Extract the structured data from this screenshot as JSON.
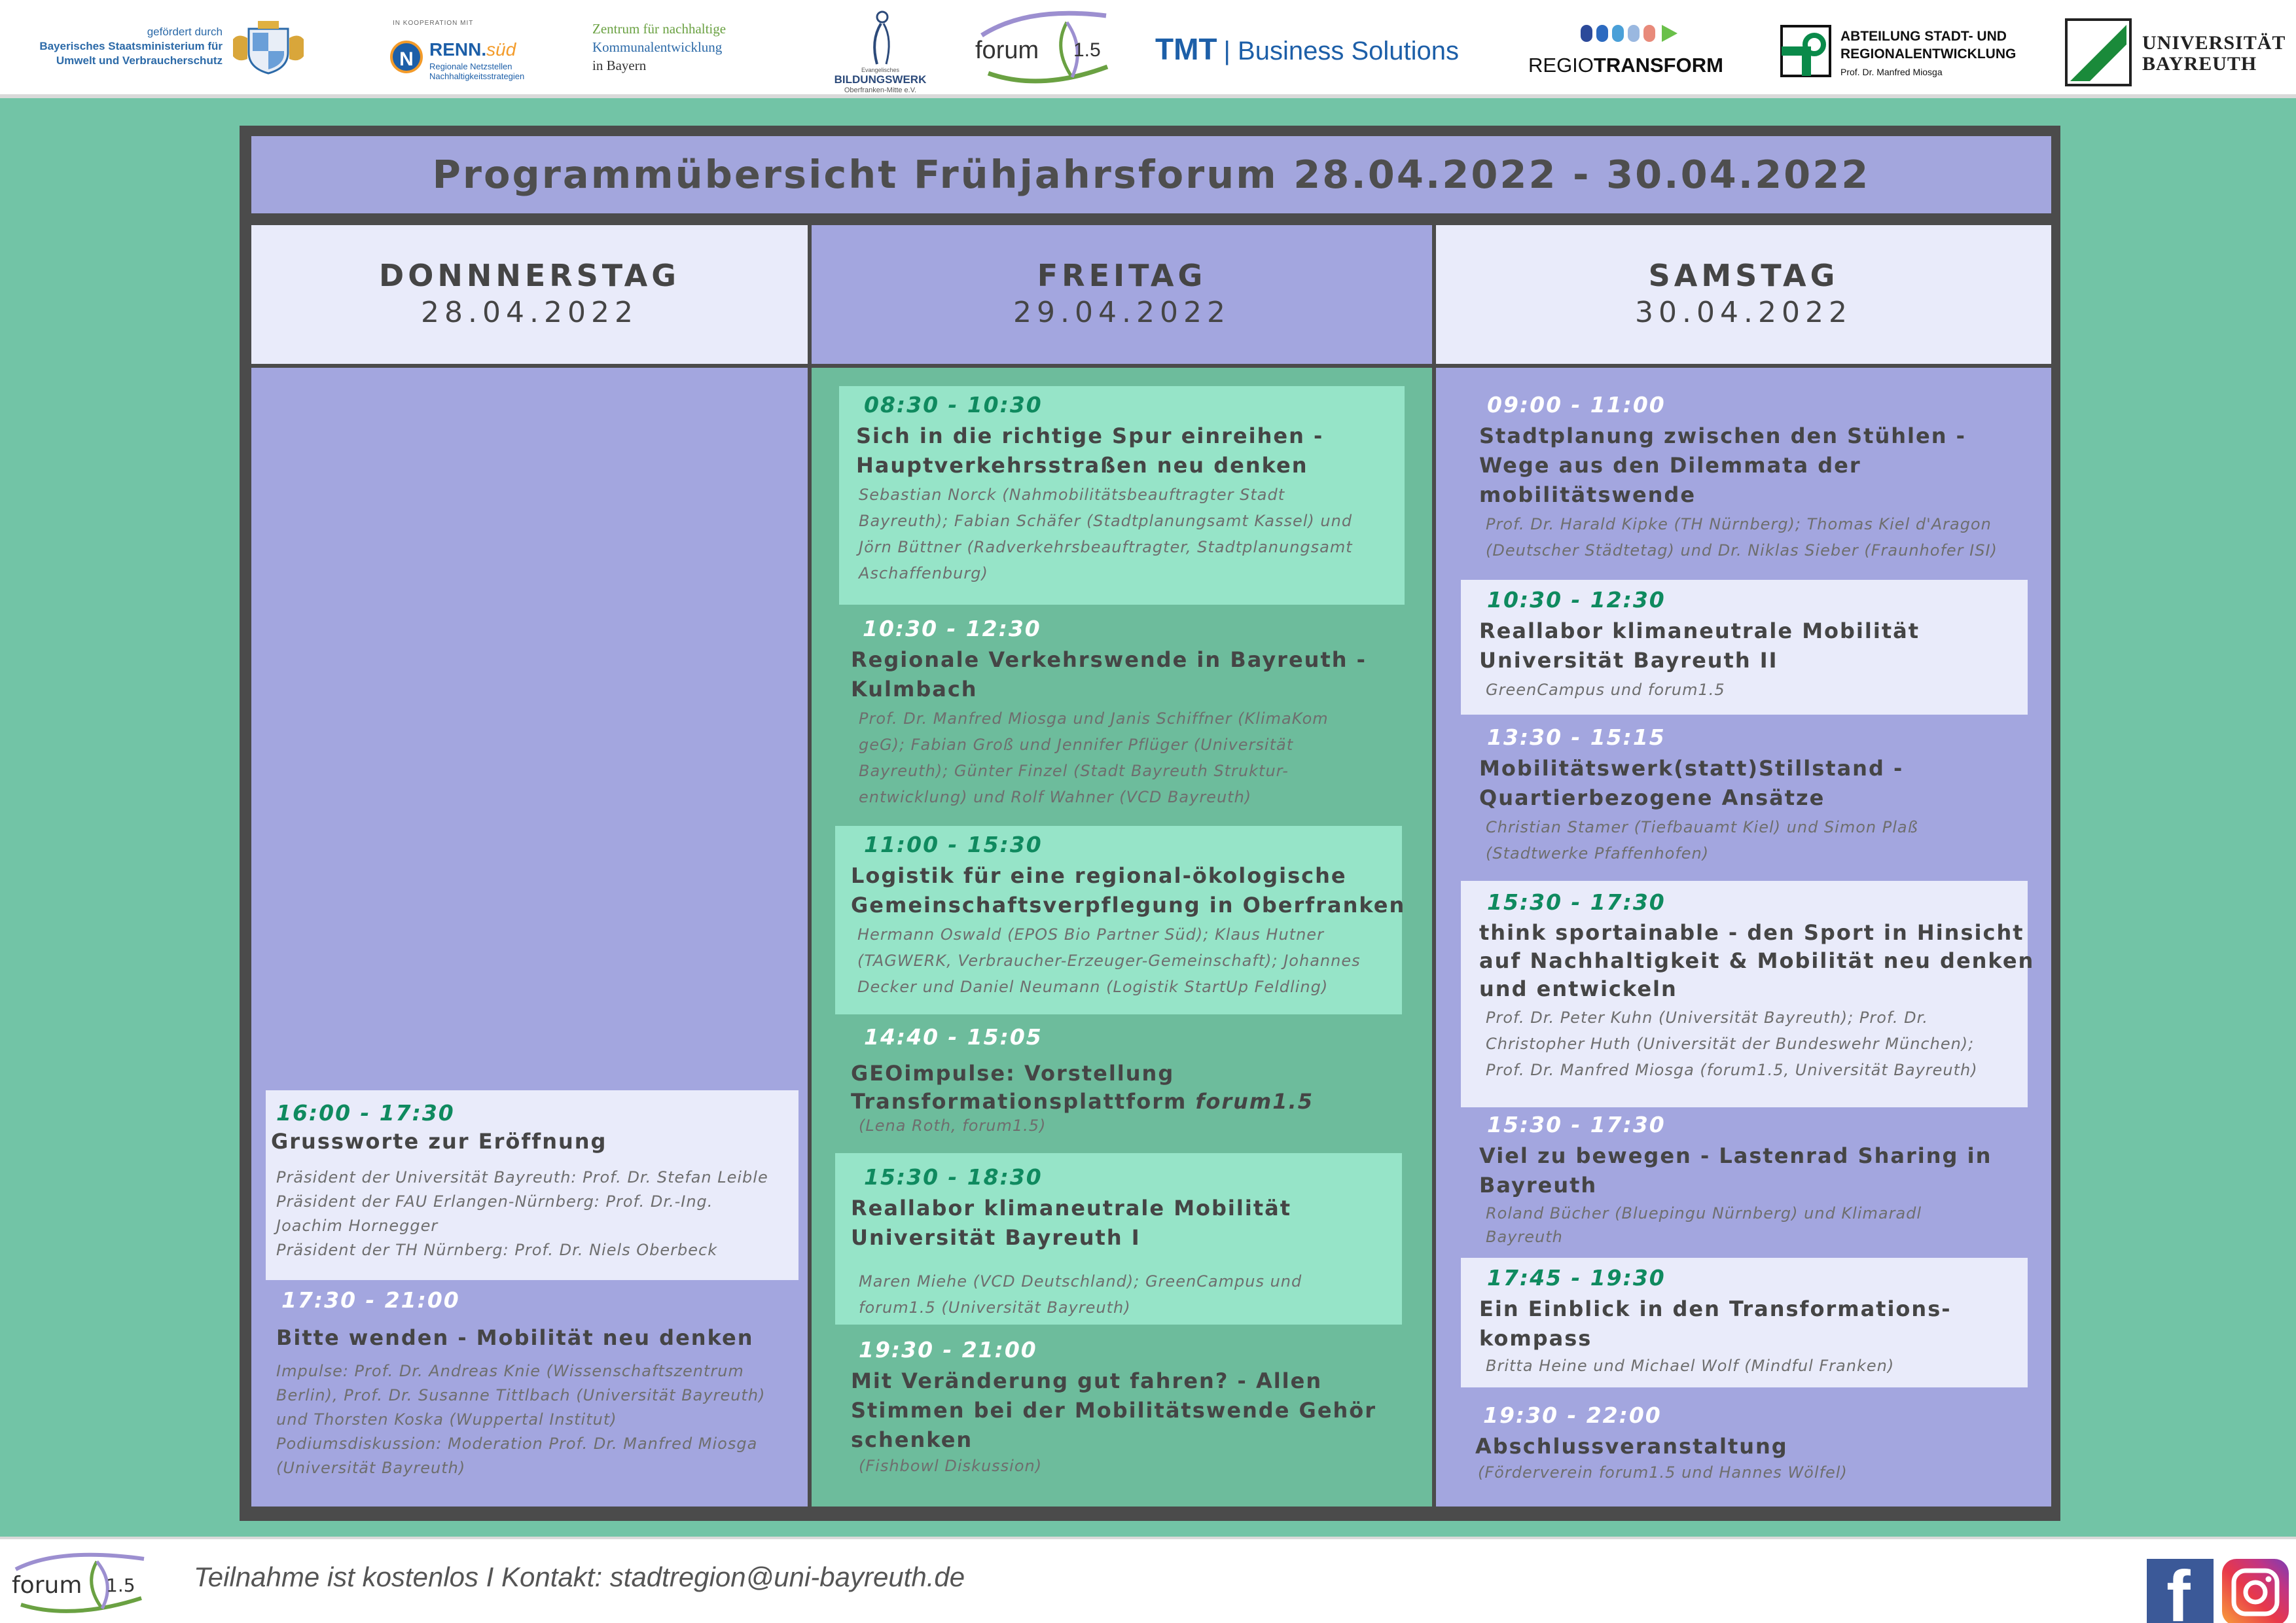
{
  "header": {
    "bavaria": {
      "line1": "gefördert durch",
      "line2": "Bayerisches Staatsministerium für",
      "line3": "Umwelt und Verbraucherschutz"
    },
    "renn": {
      "small": "IN KOOPERATION MIT",
      "name_main": "RENN.",
      "name_accent": "süd",
      "sub1": "Regionale Netzstellen",
      "sub2": "Nachhaltigkeitsstrategien"
    },
    "zentrum": {
      "line1": "Zentrum für nachhaltige",
      "line2": "Kommunalentwicklung",
      "line3": "in Bayern"
    },
    "bildungswerk": {
      "small": "Evangelisches",
      "name": "BILDUNGSWERK",
      "sub": "Oberfranken-Mitte e.V."
    },
    "forum": {
      "text": "forum",
      "num": "1.5"
    },
    "tmt": {
      "name": "TMT",
      "sub": "| Business Solutions"
    },
    "regio": {
      "part1": "REGIO",
      "part2": "TRANSFORM"
    },
    "abteilung": {
      "line1": "ABTEILUNG STADT- UND",
      "line2": "REGIONALENTWICKLUNG",
      "line3": "Prof. Dr. Manfred Miosga"
    },
    "uni": {
      "line1": "UNIVERSITÄT",
      "line2": "BAYREUTH"
    }
  },
  "title": "Programmübersicht Frühjahrsforum 28.04.2022 - 30.04.2022",
  "days": [
    {
      "name": "DONNNERSTAG",
      "date": "28.04.2022"
    },
    {
      "name": "FREITAG",
      "date": "29.04.2022"
    },
    {
      "name": "SAMSTAG",
      "date": "30.04.2022"
    }
  ],
  "thursday": [
    {
      "time": "16:00 - 17:30",
      "title": "Grussworte zur Eröffnung",
      "speakers": [
        "Präsident der Universität Bayreuth: Prof. Dr. Stefan Leible",
        "Präsident der FAU Erlangen-Nürnberg: Prof. Dr.-Ing.",
        "Joachim Hornegger",
        "Präsident der TH Nürnberg: Prof. Dr. Niels Oberbeck"
      ]
    },
    {
      "time": "17:30 - 21:00",
      "title": "Bitte wenden - Mobilität neu denken",
      "speakers": [
        "Impulse: Prof. Dr. Andreas Knie (Wissenschaftszentrum",
        "Berlin), Prof. Dr. Susanne Tittlbach (Universität Bayreuth)",
        "und Thorsten Koska (Wuppertal Institut)",
        "Podiumsdiskussion: Moderation Prof. Dr. Manfred Miosga",
        "(Universität Bayreuth)"
      ]
    }
  ],
  "friday": [
    {
      "time": "08:30 - 10:30",
      "title": [
        "Sich in die richtige Spur einreihen -",
        " Hauptverkehrsstraßen neu denken"
      ],
      "speakers": [
        "Sebastian Norck (Nahmobilitätsbeauftragter Stadt",
        "Bayreuth); Fabian Schäfer (Stadtplanungsamt Kassel) und",
        "Jörn Büttner (Radverkehrsbeauftragter, Stadtplanungsamt",
        "Aschaffenburg)"
      ]
    },
    {
      "time": "10:30 - 12:30",
      "title": [
        "Regionale Verkehrswende in Bayreuth -",
        "Kulmbach"
      ],
      "speakers": [
        "Prof. Dr. Manfred Miosga und Janis Schiffner (KlimaKom",
        "geG); Fabian Groß und Jennifer Pflüger (Universität",
        "Bayreuth); Günter Finzel (Stadt Bayreuth Struktur-",
        "entwicklung) und Rolf Wahner (VCD Bayreuth)"
      ]
    },
    {
      "time": "11:00 - 15:30",
      "title": [
        "Logistik für eine regional-ökologische",
        "Gemeinschaftsverpflegung in Oberfranken"
      ],
      "speakers": [
        "Hermann Oswald (EPOS Bio Partner Süd); Klaus Hutner",
        "(TAGWERK, Verbraucher-Erzeuger-Gemeinschaft); Johannes",
        "Decker und Daniel Neumann (Logistik StartUp Feldling)"
      ]
    },
    {
      "time": "14:40 - 15:05",
      "title_line1": "GEOimpulse: Vorstellung",
      "title_line2_prefix": "Transformationsplattform ",
      "title_line2_italic": "forum1.5",
      "speakers": [
        "(Lena Roth, forum1.5)"
      ]
    },
    {
      "time": "15:30 - 18:30",
      "title": [
        "Reallabor klimaneutrale Mobilität",
        "Universität Bayreuth I"
      ],
      "speakers": [
        "Maren Miehe (VCD Deutschland); GreenCampus und",
        "forum1.5 (Universität Bayreuth)"
      ]
    },
    {
      "time": "19:30 - 21:00",
      "title": [
        "Mit Veränderung gut fahren? - Allen",
        "Stimmen bei der Mobilitätswende Gehör",
        "schenken"
      ],
      "speakers": [
        "(Fishbowl Diskussion)"
      ]
    }
  ],
  "saturday": [
    {
      "time": "09:00 - 11:00",
      "title": [
        "Stadtplanung zwischen den Stühlen -",
        "Wege aus den Dilemmata der",
        "mobilitätswende"
      ],
      "speakers": [
        "Prof. Dr. Harald Kipke (TH Nürnberg); Thomas Kiel d'Aragon",
        "(Deutscher Städtetag) und Dr. Niklas Sieber (Fraunhofer ISI)"
      ]
    },
    {
      "time": "10:30 - 12:30",
      "title": [
        "Reallabor klimaneutrale Mobilität",
        "Universität Bayreuth II"
      ],
      "speakers": [
        "GreenCampus und forum1.5"
      ]
    },
    {
      "time": "13:30 - 15:15",
      "title": [
        "Mobilitätswerk(statt)Stillstand -",
        "Quartierbezogene Ansätze"
      ],
      "speakers": [
        "Christian Stamer (Tiefbauamt Kiel) und Simon Plaß",
        "(Stadtwerke Pfaffenhofen)"
      ]
    },
    {
      "time": "15:30 - 17:30",
      "title": [
        "think sportainable - den Sport in Hinsicht",
        "auf Nachhaltigkeit & Mobilität neu denken",
        "und entwickeln"
      ],
      "speakers": [
        "Prof. Dr. Peter Kuhn (Universität Bayreuth); Prof. Dr.",
        "Christopher Huth (Universität der Bundeswehr München);",
        "Prof. Dr. Manfred Miosga (forum1.5, Universität Bayreuth)"
      ]
    },
    {
      "time": "15:30 - 17:30",
      "title": [
        "Viel zu bewegen - Lastenrad Sharing in",
        "Bayreuth"
      ],
      "speakers": [
        "Roland Bücher (Bluepingu Nürnberg) und Klimaradl",
        "Bayreuth"
      ]
    },
    {
      "time": "17:45 - 19:30",
      "title": [
        "Ein Einblick in den Transformations-",
        "kompass"
      ],
      "speakers": [
        "Britta Heine und Michael Wolf (Mindful Franken)"
      ]
    },
    {
      "time": "19:30 - 22:00",
      "title": [
        "Abschlussveranstaltung"
      ],
      "speakers": [
        "(Förderverein forum1.5 und Hannes Wölfel)"
      ]
    }
  ],
  "footer": {
    "logo_text": "forum",
    "logo_num": "1.5",
    "text": "Teilnahme ist kostenlos I Kontakt: stadtregion@uni-bayreuth.de"
  },
  "social": [
    "facebook-icon",
    "instagram-icon"
  ],
  "colors": {
    "background_green": "#72c4a6",
    "lavender": "#a3a6df",
    "mint": "#96e4c8",
    "time_green": "#0f8a5f"
  }
}
